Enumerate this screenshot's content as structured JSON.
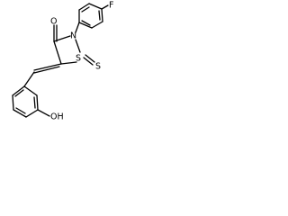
{
  "structure": {
    "atoms": {
      "fluorine": "F",
      "ring_nitrogen": "N",
      "carbonyl_oxygen": "O",
      "ring_sulfur": "S",
      "thione_sulfur": "S",
      "hydroxyl": "OH"
    }
  }
}
